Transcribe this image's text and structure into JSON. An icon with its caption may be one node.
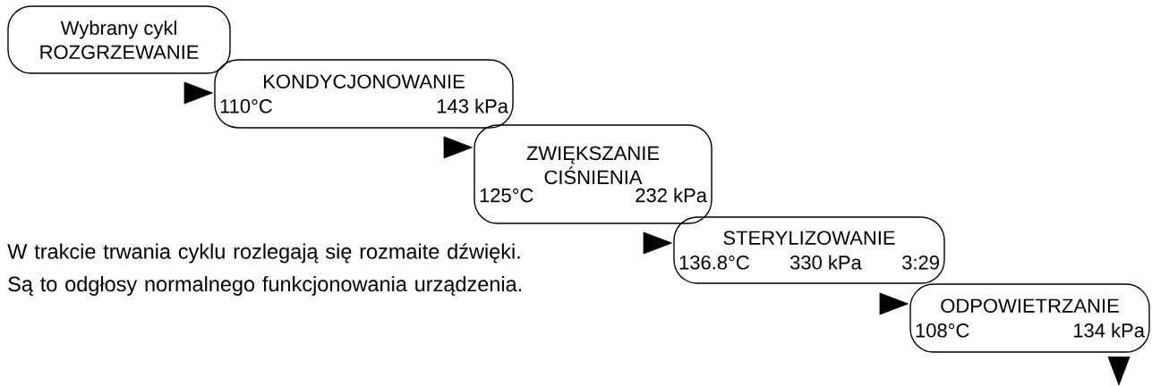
{
  "diagram": {
    "nodes": [
      {
        "text": [
          "Wybrany cykl ROZGRZEWANIE"
        ]
      },
      {
        "text": [
          "KONDYCJONOWANIE",
          "110°C",
          "143 kPa"
        ]
      },
      {
        "text": [
          "ZWIĘKSZANIE CIŚNIENIA",
          "125°C",
          "232 kPa"
        ]
      },
      {
        "text": [
          "STERYLIZOWANIE",
          "136.8°C",
          "330 kPa",
          "3:29"
        ]
      },
      {
        "text": [
          "ODPOWIETRZANIE",
          "108°C",
          "134 kPa"
        ]
      }
    ],
    "edges": [
      {
        "from": 0,
        "to": 1,
        "arrow": "to"
      },
      {
        "from": 1,
        "to": 2,
        "arrow": "to"
      },
      {
        "from": 2,
        "to": 3,
        "arrow": "to"
      },
      {
        "from": 3,
        "to": 4,
        "arrow": "to"
      },
      {
        "from": 4,
        "to": null,
        "arrow": "to"
      }
    ],
    "labels": [
      "W trakcie trwania cyklu rozlegają się rozmaite dźwięki. Są to odgłosy normalnego funkcjonowania urządzenia."
    ]
  }
}
